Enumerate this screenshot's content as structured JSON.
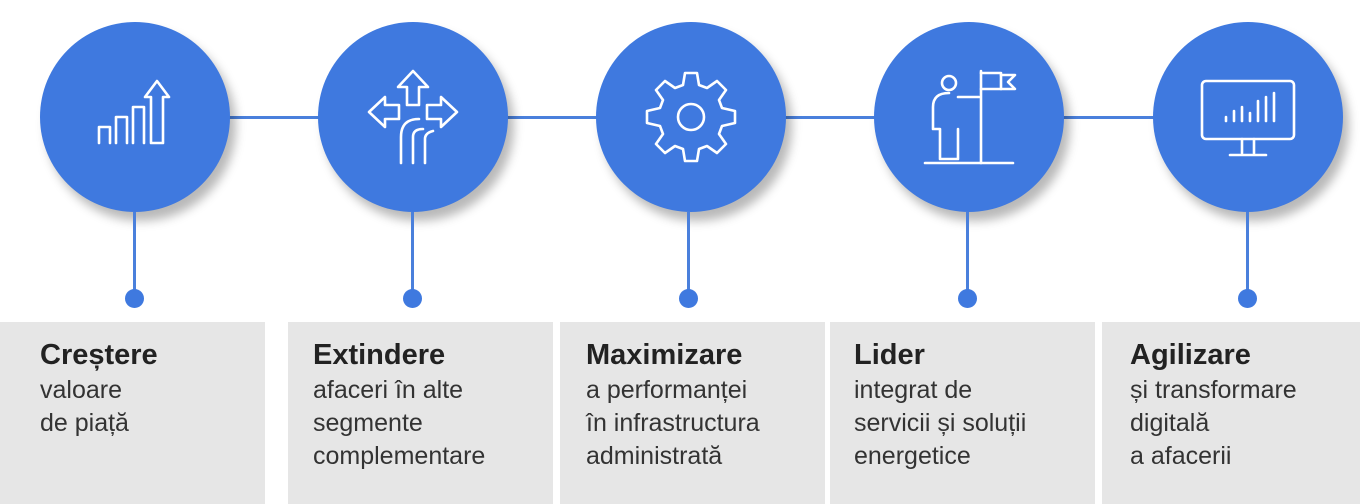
{
  "colors": {
    "accent": "#3f79df",
    "connector": "#4a80dc",
    "card": "#e6e6e6"
  },
  "steps": [
    {
      "icon": "growth-chart-icon",
      "title": "Creștere",
      "lines": [
        "valoare",
        "de piață"
      ]
    },
    {
      "icon": "direction-arrows-icon",
      "title": "Extindere",
      "lines": [
        "afaceri în alte",
        "segmente",
        "complementare"
      ]
    },
    {
      "icon": "gear-icon",
      "title": "Maximizare",
      "lines": [
        "a performanței",
        "în infrastructura",
        "administrată"
      ]
    },
    {
      "icon": "leader-flag-icon",
      "title": "Lider",
      "lines": [
        "integrat de",
        "servicii și soluții",
        "energetice"
      ]
    },
    {
      "icon": "monitor-chart-icon",
      "title": "Agilizare",
      "lines": [
        "și transformare",
        "digitală",
        "a afacerii"
      ]
    }
  ]
}
